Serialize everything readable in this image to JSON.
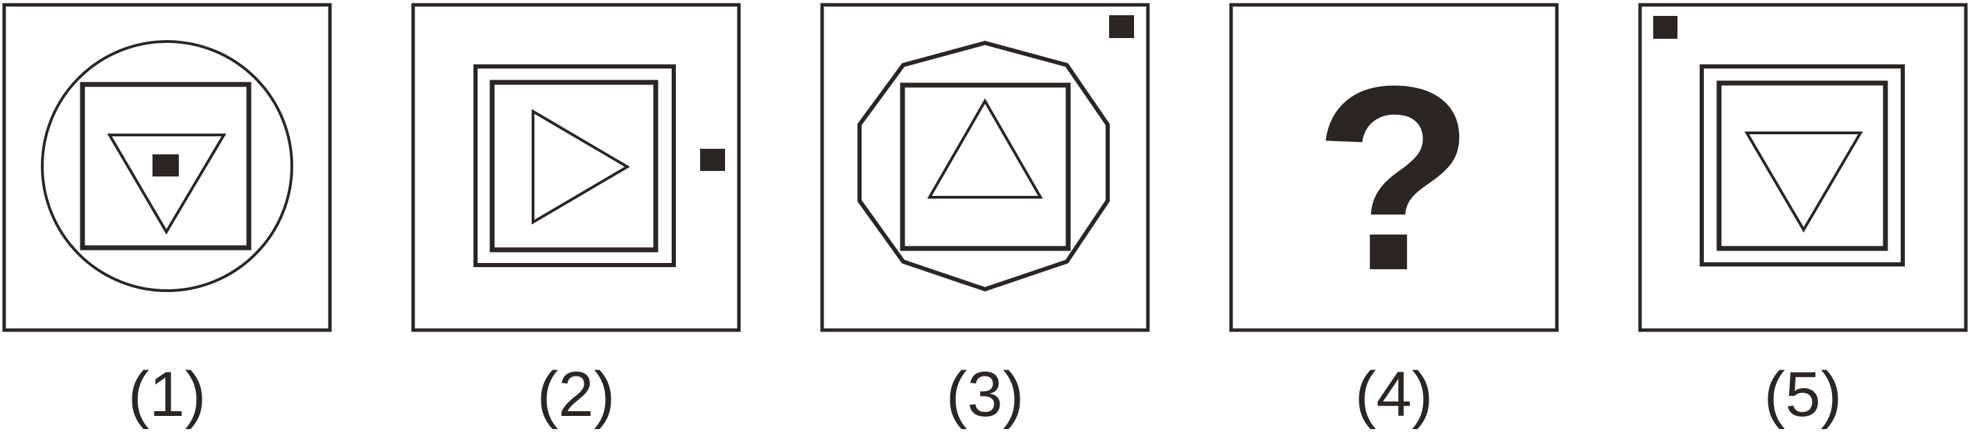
{
  "colors": {
    "ink": "#2b2624",
    "background": "#ffffff"
  },
  "panels": [
    {
      "label": "(1)"
    },
    {
      "label": "(2)"
    },
    {
      "label": "(3)"
    },
    {
      "label": "(4)",
      "symbol": "?"
    },
    {
      "label": "(5)"
    }
  ]
}
